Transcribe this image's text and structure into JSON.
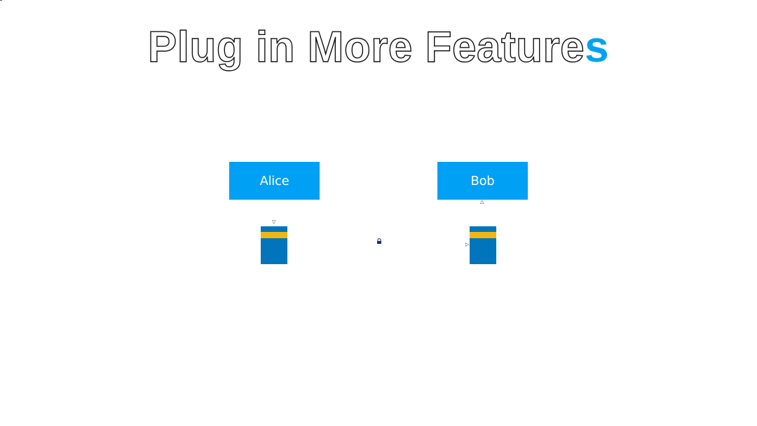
{
  "title": {
    "main": "Plug in More Feature",
    "accent": "s"
  },
  "parties": [
    {
      "name": "Alice"
    },
    {
      "name": "Bob"
    }
  ],
  "colors": {
    "accent": "#00a2f4",
    "party_box": "#00a0f4",
    "device_body": "#0075bb",
    "device_band": "#f2b611",
    "lock": "#1a2a7a"
  },
  "icons": {
    "lock": "lock-icon",
    "down_arrow": "triangle-down-icon",
    "up_arrow": "triangle-up-icon"
  }
}
